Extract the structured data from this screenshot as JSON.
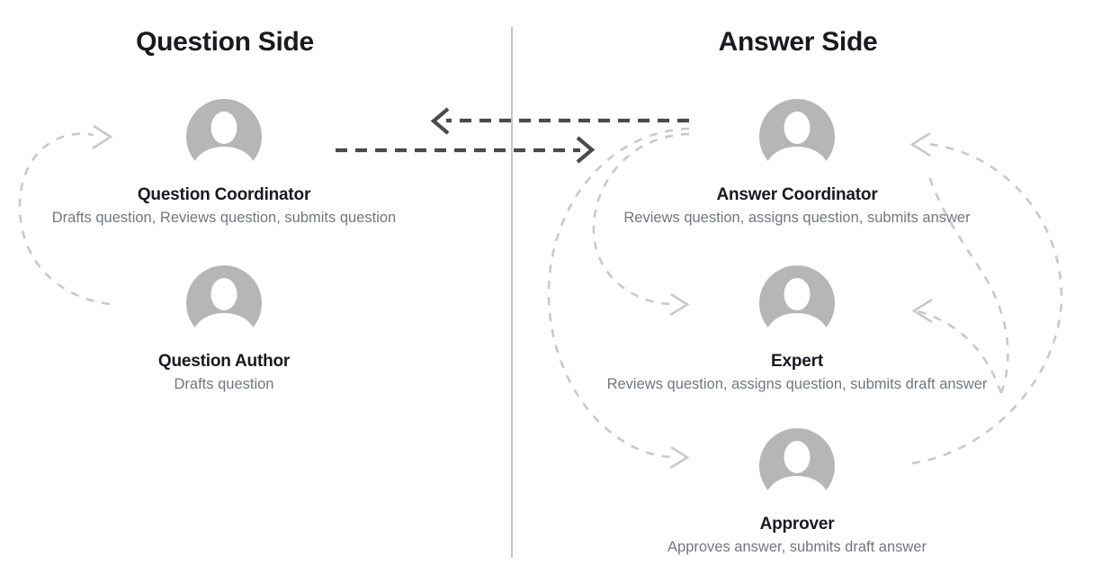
{
  "diagram": {
    "title_question_side": "Question Side",
    "title_answer_side": "Answer Side",
    "divider": "vertical-divider",
    "colors": {
      "heading": "#191a1f",
      "role_name": "#191a1f",
      "role_description": "#73777d",
      "avatar_circle": "#b6b6b6",
      "avatar_figure": "#ffffff",
      "divider_line": "#c2c4c6",
      "dark_arrow": "#4a4a4a",
      "light_arrow": "#c9c9c9",
      "background": "#ffffff"
    }
  },
  "question_side": {
    "roles": [
      {
        "id": "question-coordinator",
        "name": "Question Coordinator",
        "description": "Drafts question, Reviews question, submits question",
        "avatar": "user-avatar-icon"
      },
      {
        "id": "question-author",
        "name": "Question Author",
        "description": "Drafts question",
        "avatar": "user-avatar-icon"
      }
    ]
  },
  "answer_side": {
    "roles": [
      {
        "id": "answer-coordinator",
        "name": "Answer Coordinator",
        "description": "Reviews question, assigns question, submits answer",
        "avatar": "user-avatar-icon"
      },
      {
        "id": "expert",
        "name": "Expert",
        "description": "Reviews question, assigns question, submits draft answer",
        "avatar": "user-avatar-icon"
      },
      {
        "id": "approver",
        "name": "Approver",
        "description": "Approves answer, submits draft answer",
        "avatar": "user-avatar-icon"
      }
    ]
  },
  "connectors": [
    {
      "id": "question-internal-loop",
      "style": "dashed-light-curved-arrow",
      "direction": "loop",
      "from": "question-coordinator",
      "to": "question-author"
    },
    {
      "id": "answer-to-question",
      "style": "dashed-dark-straight-arrow",
      "direction": "right-to-left",
      "from": "answer-side",
      "to": "question-side"
    },
    {
      "id": "question-to-answer",
      "style": "dashed-dark-straight-arrow",
      "direction": "left-to-right",
      "from": "question-side",
      "to": "answer-side"
    },
    {
      "id": "answer-coordinator-to-expert",
      "style": "dashed-light-curved-arrow",
      "direction": "down",
      "from": "answer-coordinator",
      "to": "expert"
    },
    {
      "id": "answer-coordinator-to-approver",
      "style": "dashed-light-curved-arrow",
      "direction": "down",
      "from": "answer-coordinator",
      "to": "approver"
    },
    {
      "id": "expert-to-answer-coordinator",
      "style": "dashed-light-curved-arrow",
      "direction": "up",
      "from": "expert",
      "to": "answer-coordinator"
    },
    {
      "id": "approver-to-expert",
      "style": "dashed-light-curved-arrow",
      "direction": "up",
      "from": "approver",
      "to": "expert"
    }
  ]
}
